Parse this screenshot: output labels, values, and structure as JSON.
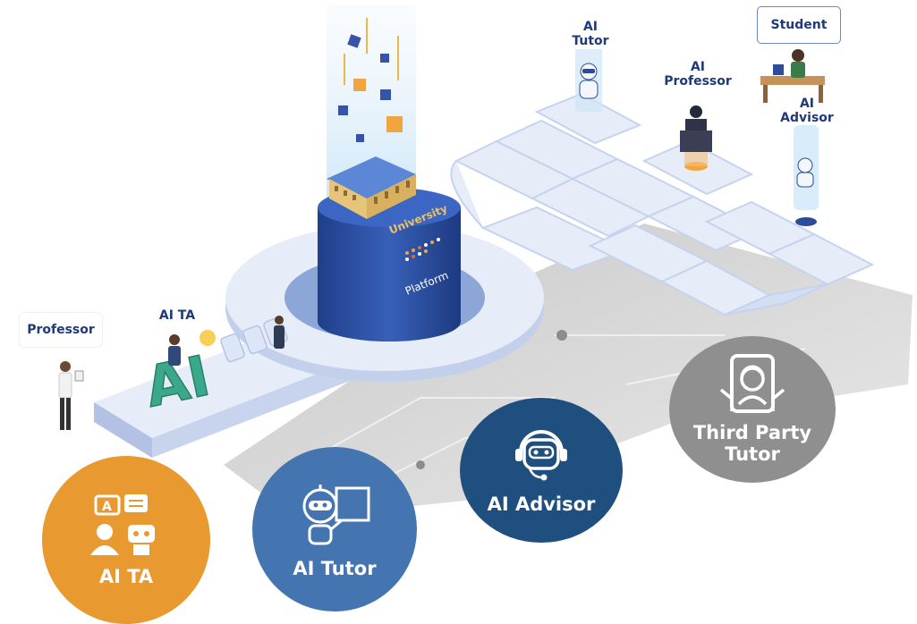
{
  "labels": {
    "professor": "Professor",
    "ai_ta": "AI TA",
    "ai_tutor": "AI\nTutor",
    "ai_professor": "AI\nProfessor",
    "student": "Student",
    "ai_advisor": "AI\nAdvisor",
    "platform": "Platform",
    "university_sign": "University",
    "ai_letters": "AI"
  },
  "circles": [
    {
      "key": "ai_ta",
      "label": "AI TA",
      "color": "#e8992f",
      "icon": "ai-ta-chat-robot-icon"
    },
    {
      "key": "ai_tutor",
      "label": "AI Tutor",
      "color": "#4475b0",
      "icon": "robot-teacher-board-icon"
    },
    {
      "key": "ai_advisor",
      "label": "AI Advisor",
      "color": "#1e4f7e",
      "icon": "robot-headset-icon"
    },
    {
      "key": "third_party_tutor",
      "label": "Third Party\nTutor",
      "color": "#8f8f8f",
      "icon": "tablet-headset-tutor-icon"
    }
  ],
  "colors": {
    "platform_blue": "#2b4c9a",
    "path_light": "#e6ecf8",
    "path_side": "#b3c2e4",
    "ground_gray": "#b4b4b4",
    "label_navy": "#1f3a77"
  }
}
